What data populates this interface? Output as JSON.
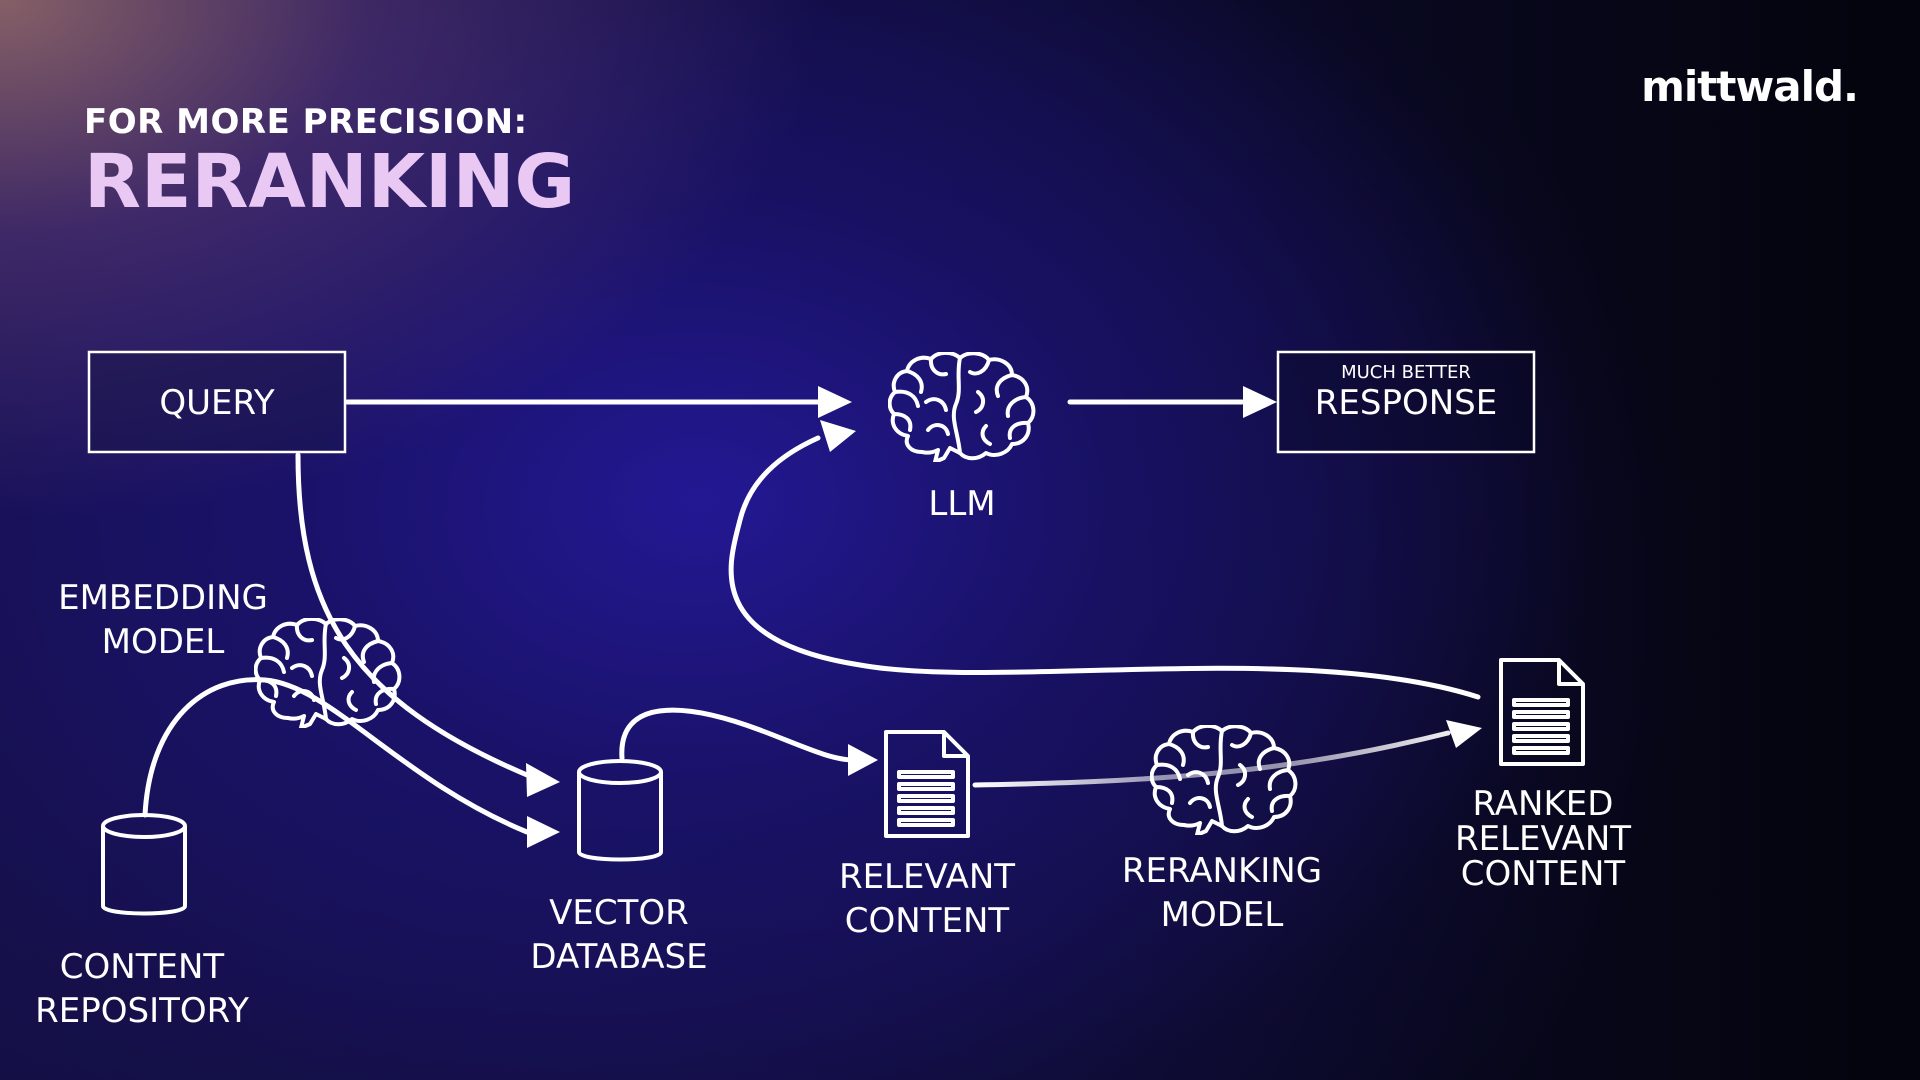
{
  "header": {
    "kicker": "FOR MORE PRECISION:",
    "title": "RERANKING",
    "logo": "mittwald."
  },
  "colors": {
    "title_accent": "#e9c8f4",
    "lines": "#ffffff"
  },
  "diagram": {
    "query": {
      "label": "QUERY"
    },
    "llm": {
      "label": "LLM",
      "icon": "brain-icon"
    },
    "response": {
      "sublabel": "MUCH BETTER",
      "label": "RESPONSE"
    },
    "embedding_model": {
      "line1": "EMBEDDING",
      "line2": "MODEL",
      "icon": "brain-icon"
    },
    "content_repository": {
      "line1": "CONTENT",
      "line2": "REPOSITORY",
      "icon": "database-icon"
    },
    "vector_database": {
      "line1": "VECTOR",
      "line2": "DATABASE",
      "icon": "database-icon"
    },
    "relevant_content": {
      "line1": "RELEVANT",
      "line2": "CONTENT",
      "icon": "document-icon"
    },
    "reranking_model": {
      "line1": "RERANKING",
      "line2": "MODEL",
      "icon": "brain-icon"
    },
    "ranked_content": {
      "line1": "RANKED",
      "line2": "RELEVANT",
      "line3": "CONTENT",
      "icon": "document-icon"
    }
  }
}
